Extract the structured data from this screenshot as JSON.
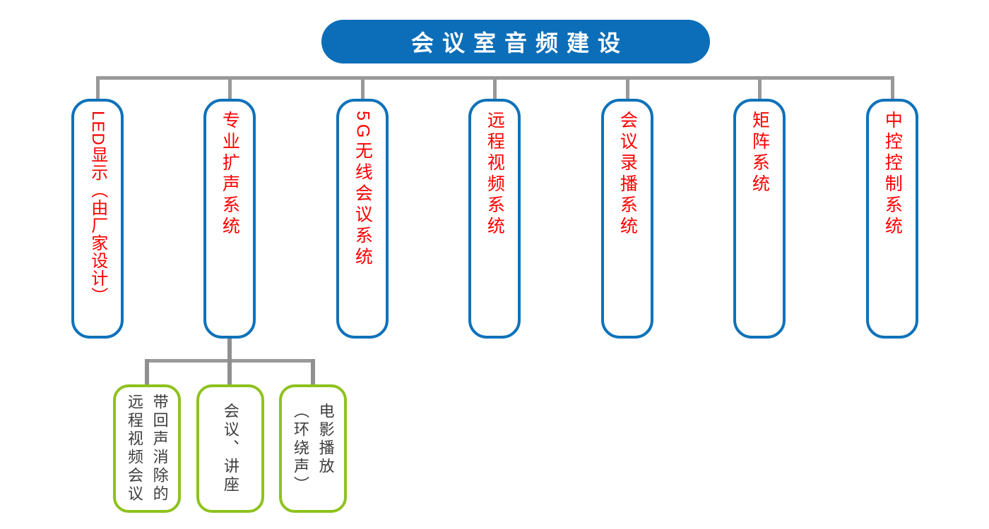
{
  "colors": {
    "primary_blue": "#0c6eb8",
    "node_border_blue": "#0e72ba",
    "accent_green": "#8ec21e",
    "connector_gray": "#999999",
    "connector_gray_dark": "#8f8f8f",
    "text_red": "#ff0000",
    "text_dark": "#3d3d3d"
  },
  "root": {
    "label": "会议室音频建设"
  },
  "level1_nodes": [
    {
      "label": "LED显示（由厂家设计）"
    },
    {
      "label": "专业扩声系统"
    },
    {
      "label": "5G无线会议系统"
    },
    {
      "label": "远程视频系统"
    },
    {
      "label": "会议录播系统"
    },
    {
      "label": "矩阵系统"
    },
    {
      "label": "中控控制系统"
    }
  ],
  "level2_nodes": [
    {
      "lines": [
        "带回声消除的",
        "远程视频会议"
      ]
    },
    {
      "lines": [
        "会议、讲座"
      ]
    },
    {
      "lines": [
        "电影播放",
        "（环绕声）"
      ]
    }
  ]
}
